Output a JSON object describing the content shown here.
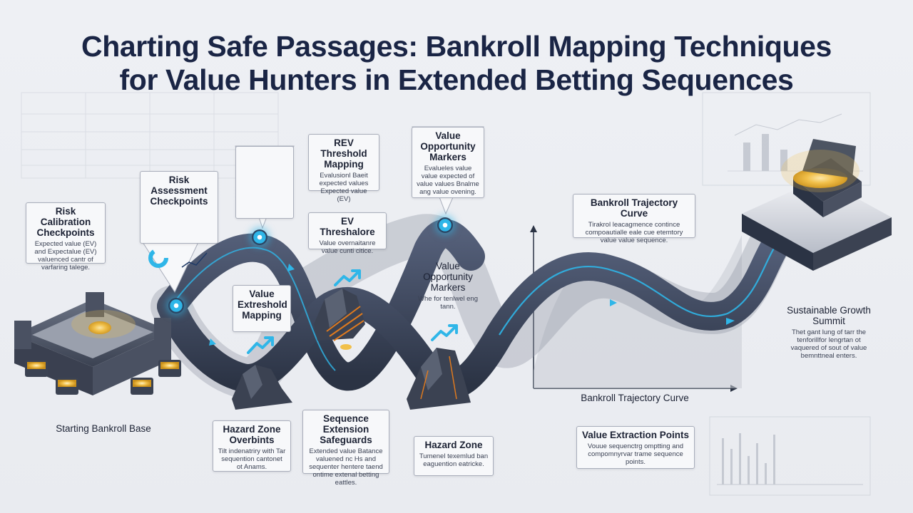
{
  "title_line1": "Charting Safe Passages: Bankroll Mapping Techniques",
  "title_line2": "for Value Hunters in Extended Betting Sequences",
  "labels": {
    "risk_calibration": {
      "heading": "Risk Calibration Checkpoints",
      "body": "Expected value (EV) and Expectalue (EV) valuenced cantr of varfaring talege."
    },
    "risk_assessment": {
      "heading": "Risk Assessment Checkpoints"
    },
    "rev_threshold": {
      "heading": "REV Threshold Mapping",
      "body": "Evalusionl Baeit expected values Expected value (EV)"
    },
    "value_opportunity_top": {
      "heading": "Value Opportunity Markers",
      "body": "Evalueles value value expected of value values Bnalme ang value ovening."
    },
    "ev_threshold": {
      "heading": "EV Threshalore",
      "body": "Value overnaitanre value cunti citice."
    },
    "value_extreshold": {
      "heading": "Value Extreshold Mapping"
    },
    "value_opportunity_mid": {
      "heading": "Value Opportunity Markers",
      "body": "Whe for tenlwel eng tann."
    },
    "bankroll_trajectory_box": {
      "heading": "Bankroll Trajectory Curve",
      "body": "Tirakrol leacagmence contince compoautialle eale cue etemtory value value sequence."
    },
    "sustainable_growth": {
      "heading": "Sustainable Growth Summit",
      "body": "Thet gant lung of tarr the tenforillfor lengrtan ot vaquered of sout of value bemnttneal enters."
    },
    "starting_base": {
      "heading": "Starting Bankroll Base"
    },
    "hazard_overbints": {
      "heading": "Hazard Zone Overbints",
      "body": "Tilt indenatriry with Tar sequention cantonet ot Anams."
    },
    "sequence_extension": {
      "heading": "Sequence Extension Safeguards",
      "body": "Extended value Batance valuened nc Hs and sequenter hentere taend ontime extenal betting eattles."
    },
    "hazard_zone": {
      "heading": "Hazard Zone",
      "body": "Tumenel texemlud ban eaguention eatricke."
    },
    "bankroll_axis": {
      "heading": "Bankroll Trajectory Curve"
    },
    "value_extraction": {
      "heading": "Value Extraction Points",
      "body": "Vouue sequenctrg omptting and compomnyrvar trame sequence points."
    }
  },
  "icons": {
    "fortress": "fortress-icon",
    "treasure_chest": "treasure-chest-icon",
    "rock": "rock-icon",
    "map_pin": "map-pin-icon",
    "trend_arrow": "trend-arrow-icon"
  },
  "colors": {
    "title": "#1a2545",
    "path": "#3a4457",
    "glow": "#2fb6e8",
    "gold": "#f1c04a",
    "hazard": "#e07a1e"
  }
}
